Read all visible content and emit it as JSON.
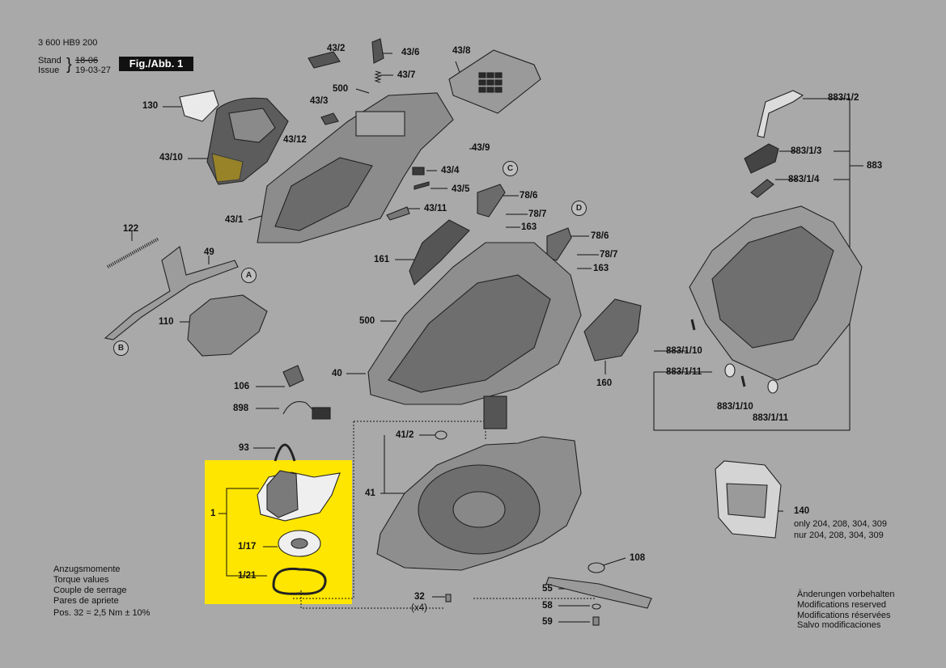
{
  "header": {
    "doc_number": "3 600 HB9 200",
    "stand_label": "Stand",
    "stand_value": "18-06",
    "issue_label": "Issue",
    "issue_value": "19-03-27",
    "figure_label": "Fig./Abb. 1"
  },
  "part_labels": {
    "p130": "130",
    "p43_10": "43/10",
    "p43_12": "43/12",
    "p43_1": "43/1",
    "p43_2": "43/2",
    "p43_3": "43/3",
    "p500a": "500",
    "p43_6": "43/6",
    "p43_7": "43/7",
    "p43_8": "43/8",
    "p43_9": "43/9",
    "p43_4": "43/4",
    "p43_5": "43/5",
    "p43_11": "43/11",
    "p78_6a": "78/6",
    "p78_7a": "78/7",
    "p163a": "163",
    "p78_6b": "78/6",
    "p78_7b": "78/7",
    "p163b": "163",
    "p122": "122",
    "p49": "49",
    "p110": "110",
    "p161": "161",
    "p500b": "500",
    "p40": "40",
    "p160": "160",
    "p106": "106",
    "p898": "898",
    "p93": "93",
    "p1": "1",
    "p1_17": "1/17",
    "p1_21": "1/21",
    "p41_2": "41/2",
    "p41": "41",
    "p32": "32",
    "p32_qty": "(x4)",
    "p108": "108",
    "p55": "55",
    "p58": "58",
    "p59": "59",
    "p883_1_2": "883/1/2",
    "p883_1_3": "883/1/3",
    "p883": "883",
    "p883_1_4": "883/1/4",
    "p883_1_10a": "883/1/10",
    "p883_1_11a": "883/1/11",
    "p883_1_10b": "883/1/10",
    "p883_1_11b": "883/1/11",
    "p140": "140",
    "p140_note_en": "only 204, 208, 304, 309",
    "p140_note_de": "nur 204, 208, 304, 309"
  },
  "callouts": {
    "A": "A",
    "B": "B",
    "C": "C",
    "D": "D"
  },
  "torque": {
    "line1": "Anzugsmomente",
    "line2": "Torque values",
    "line3": "Couple de serrage",
    "line4": "Pares de apriete",
    "line5": "Pos. 32 = 2,5 Nm  ± 10%"
  },
  "notice": {
    "line1": "Änderungen vorbehalten",
    "line2": "Modifications reserved",
    "line3": "Modifications réservées",
    "line4": "Salvo modificaciones"
  },
  "colors": {
    "background": "#a9a9a9",
    "highlight": "#ffe600",
    "ink": "#111111"
  }
}
